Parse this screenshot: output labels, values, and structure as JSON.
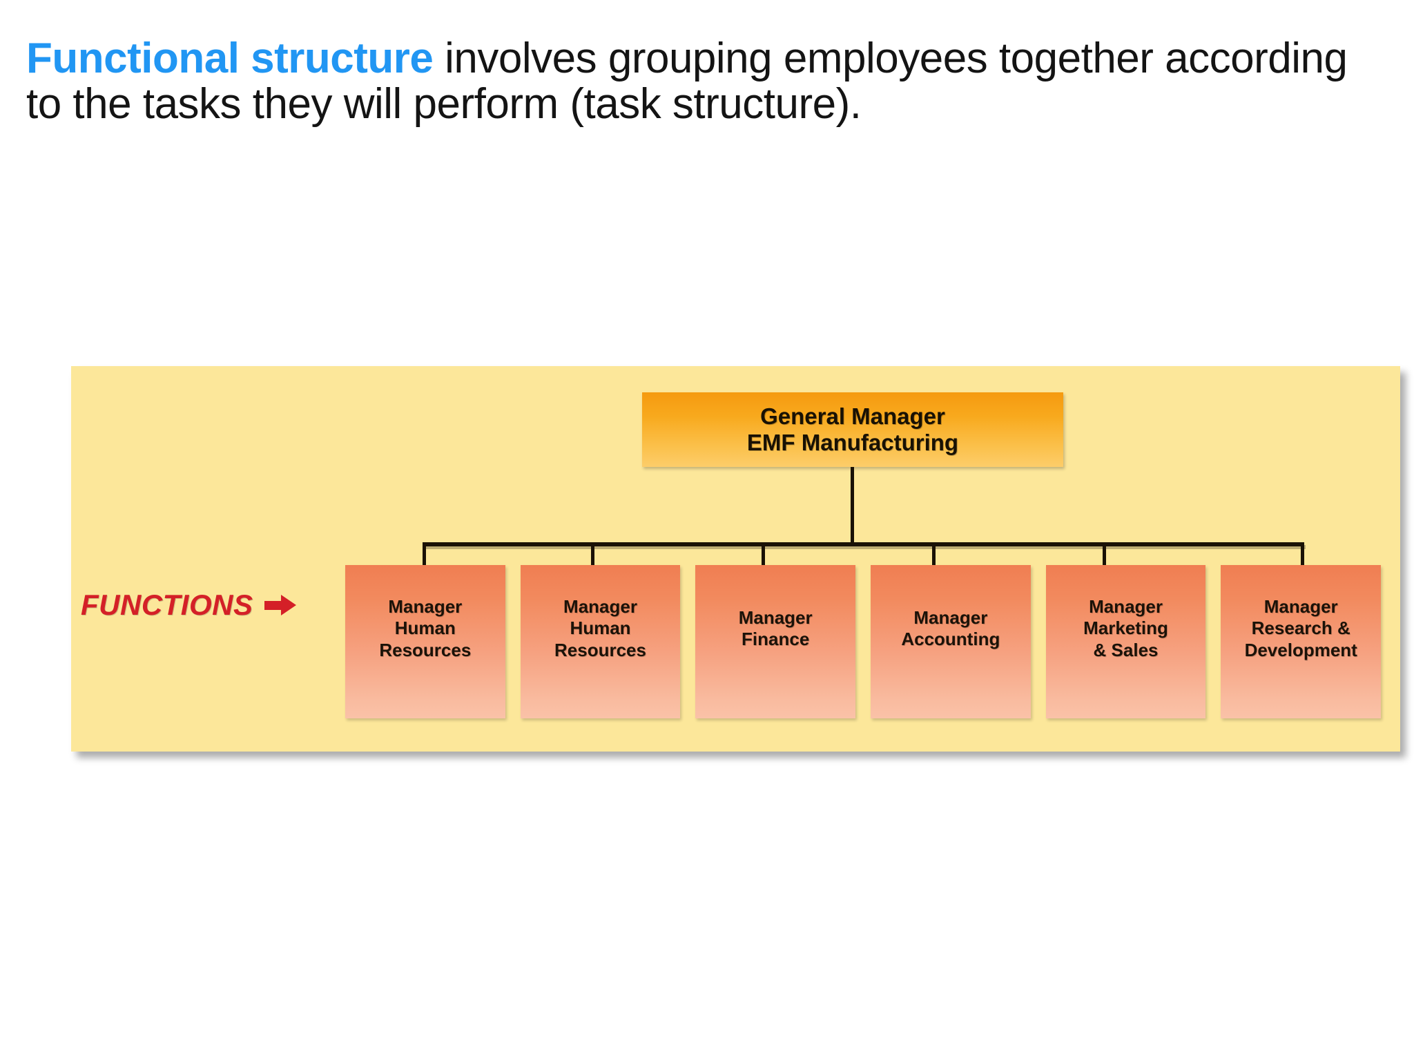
{
  "slide": {
    "heading": {
      "highlight": "Functional structure",
      "rest": " involves grouping employees together according to the tasks they will perform (task structure).",
      "highlight_color": "#2196f3",
      "text_color": "#141414"
    }
  },
  "chart_data": {
    "type": "diagram",
    "diagram_type": "organizational-chart",
    "panel_color": "#fce79a",
    "side_label": {
      "text": "FUNCTIONS",
      "color": "#d42027",
      "icon": "right-arrow-icon"
    },
    "root": {
      "line1": "General Manager",
      "line2": "EMF Manufacturing",
      "fill_top": "#f59a10",
      "fill_bottom": "#fccd6a"
    },
    "children": [
      {
        "lines": [
          "Manager",
          "Human",
          "Resources"
        ]
      },
      {
        "lines": [
          "Manager",
          "Human",
          "Resources"
        ]
      },
      {
        "lines": [
          "Manager",
          "Finance"
        ]
      },
      {
        "lines": [
          "Manager",
          "Accounting"
        ]
      },
      {
        "lines": [
          "Manager",
          "Marketing",
          "& Sales"
        ]
      },
      {
        "lines": [
          "Manager",
          "Research &",
          "Development"
        ]
      }
    ],
    "child_fill_top": "#f07e52",
    "child_fill_bottom": "#fac2a8",
    "connector_color": "#1a1206"
  }
}
